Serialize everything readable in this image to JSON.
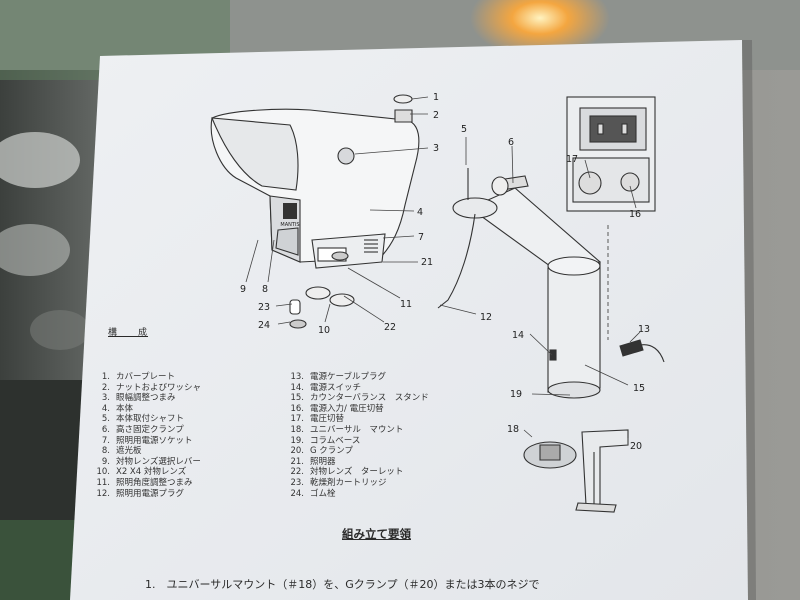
{
  "heading": "構　　成",
  "parts_left": [
    {
      "n": "1.",
      "label": "カバープレート"
    },
    {
      "n": "2.",
      "label": "ナットおよびワッシャ"
    },
    {
      "n": "3.",
      "label": "眼幅調整つまみ"
    },
    {
      "n": "4.",
      "label": "本体"
    },
    {
      "n": "5.",
      "label": "本体取付シャフト"
    },
    {
      "n": "6.",
      "label": "高さ固定クランプ"
    },
    {
      "n": "7.",
      "label": "照明用電源ソケット"
    },
    {
      "n": "8.",
      "label": "遮光板"
    },
    {
      "n": "9.",
      "label": "対物レンズ選択レバー"
    },
    {
      "n": "10.",
      "label": "X2 X4 対物レンズ"
    },
    {
      "n": "11.",
      "label": "照明角度調整つまみ"
    },
    {
      "n": "12.",
      "label": "照明用電源プラグ"
    }
  ],
  "parts_right": [
    {
      "n": "13.",
      "label": "電源ケーブルプラグ"
    },
    {
      "n": "14.",
      "label": "電源スイッチ"
    },
    {
      "n": "15.",
      "label": "カウンターバランス　スタンド"
    },
    {
      "n": "16.",
      "label": "電源入力/ 電圧切替"
    },
    {
      "n": "17.",
      "label": "電圧切替"
    },
    {
      "n": "18.",
      "label": "ユニバーサル　マウント"
    },
    {
      "n": "19.",
      "label": "コラムベース"
    },
    {
      "n": "20.",
      "label": "G クランプ"
    },
    {
      "n": "21.",
      "label": "照明器"
    },
    {
      "n": "22.",
      "label": "対物レンズ　ターレット"
    },
    {
      "n": "23.",
      "label": "乾燥剤カートリッジ"
    },
    {
      "n": "24.",
      "label": "ゴム栓"
    }
  ],
  "section_title": "組み立て要領",
  "step_1": "1.　ユニバーサルマウント（＃18）を、Gクランプ（＃20）または3本のネジで",
  "logo_text": "MANTIS",
  "callouts": [
    "1",
    "2",
    "3",
    "4",
    "5",
    "6",
    "7",
    "8",
    "9",
    "10",
    "11",
    "12",
    "13",
    "14",
    "15",
    "16",
    "17",
    "18",
    "19",
    "20",
    "21",
    "22",
    "23",
    "24"
  ]
}
